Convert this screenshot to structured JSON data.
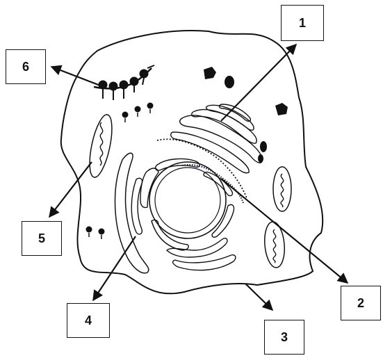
{
  "labels": [
    {
      "id": "1",
      "text": "1"
    },
    {
      "id": "2",
      "text": "2"
    },
    {
      "id": "3",
      "text": "3"
    },
    {
      "id": "4",
      "text": "4"
    },
    {
      "id": "5",
      "text": "5"
    },
    {
      "id": "6",
      "text": "6"
    }
  ],
  "colors": {
    "ink": "#111111",
    "background": "#ffffff",
    "er_dots": "#1a1a3a"
  }
}
